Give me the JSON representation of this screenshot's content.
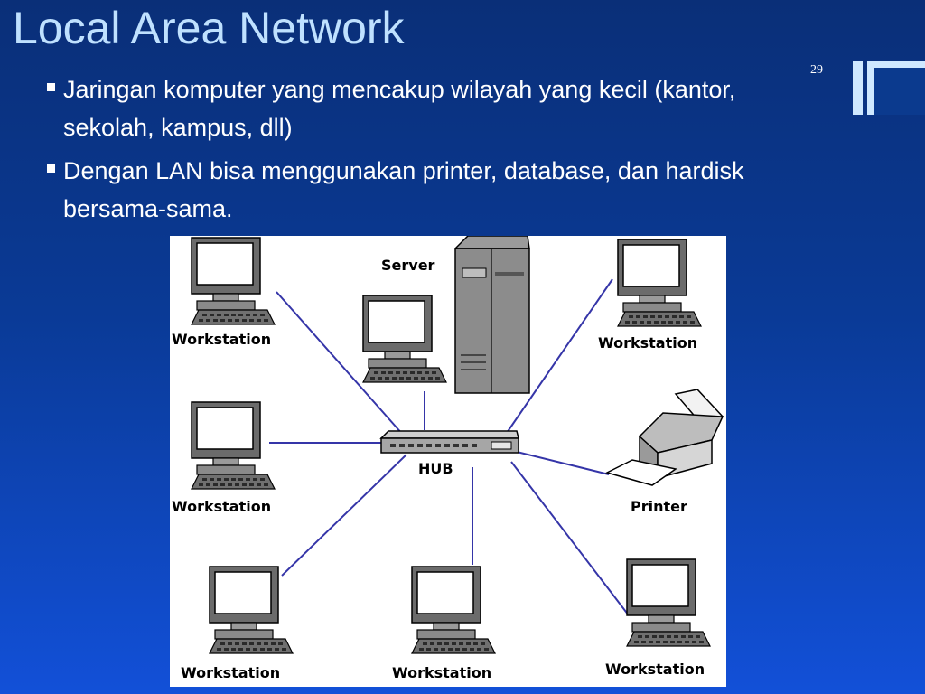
{
  "slide": {
    "title": "Local Area Network",
    "number": "29",
    "bullets": [
      "Jaringan komputer yang mencakup wilayah yang kecil (kantor, sekolah, kampus, dll)",
      "Dengan LAN bisa menggunakan printer, database, dan hardisk bersama-sama."
    ]
  },
  "diagram": {
    "labels": {
      "server": "Server",
      "hub": "HUB",
      "printer": "Printer",
      "workstation": "Workstation"
    },
    "link_color": "#3535a8"
  },
  "colors": {
    "title": "#bfe1ff",
    "bullet_text": "#ffffff",
    "background_top": "#0a2f78",
    "background_bottom": "#1250d8"
  }
}
